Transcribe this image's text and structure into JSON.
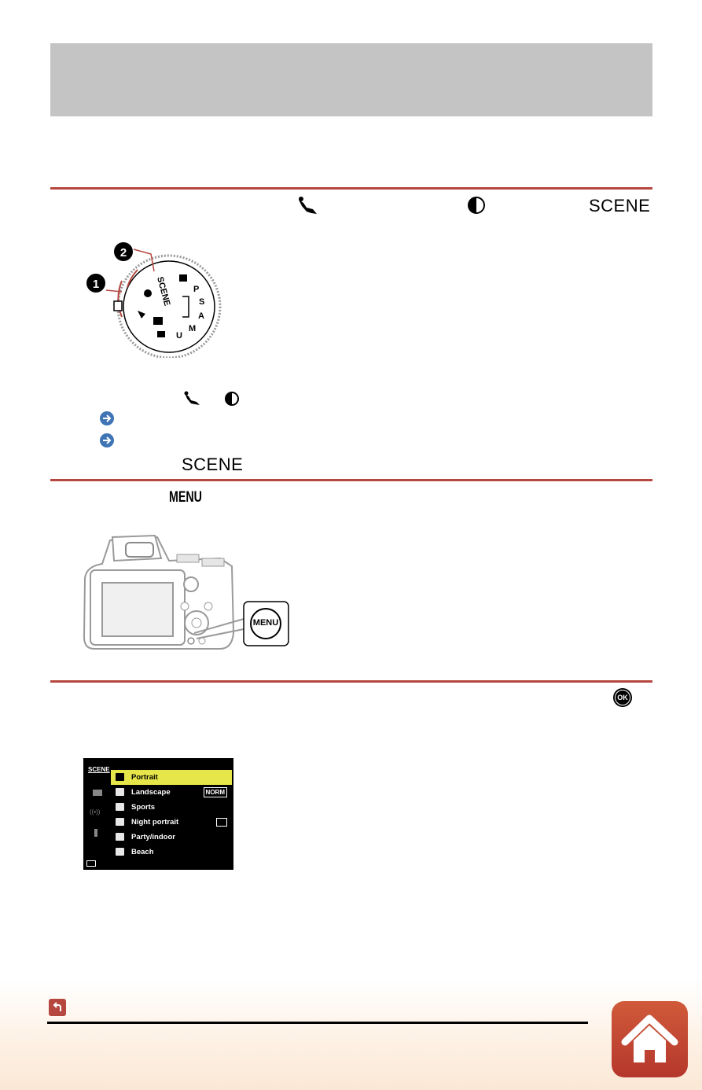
{
  "header": {
    "title": ""
  },
  "step1": {
    "icons": [
      "bird-icon",
      "moon-icon"
    ],
    "scene_label": "SCENE",
    "dial": {
      "callouts": [
        "1",
        "2"
      ],
      "labels": [
        "SCENE",
        "P",
        "S",
        "A",
        "M",
        "U"
      ]
    }
  },
  "note": {
    "icons": [
      "bird-icon",
      "moon-icon"
    ],
    "scene_label": "SCENE"
  },
  "step2": {
    "menu_label": "MENU",
    "callout_label": "MENU"
  },
  "step3": {
    "ok_label": "OK",
    "screen": {
      "sidebar_label": "SCENE",
      "items": [
        {
          "label": "Portrait",
          "selected": true,
          "right": ""
        },
        {
          "label": "Landscape",
          "selected": false,
          "right": "NORM"
        },
        {
          "label": "Sports",
          "selected": false,
          "right": ""
        },
        {
          "label": "Night portrait",
          "selected": false,
          "right": ""
        },
        {
          "label": "Party/indoor",
          "selected": false,
          "right": ""
        },
        {
          "label": "Beach",
          "selected": false,
          "right": ""
        }
      ]
    }
  },
  "colors": {
    "rule": "#b5473f",
    "accent_blue": "#3f74b5",
    "highlight": "#e6e64a",
    "home": "#c2432f"
  }
}
